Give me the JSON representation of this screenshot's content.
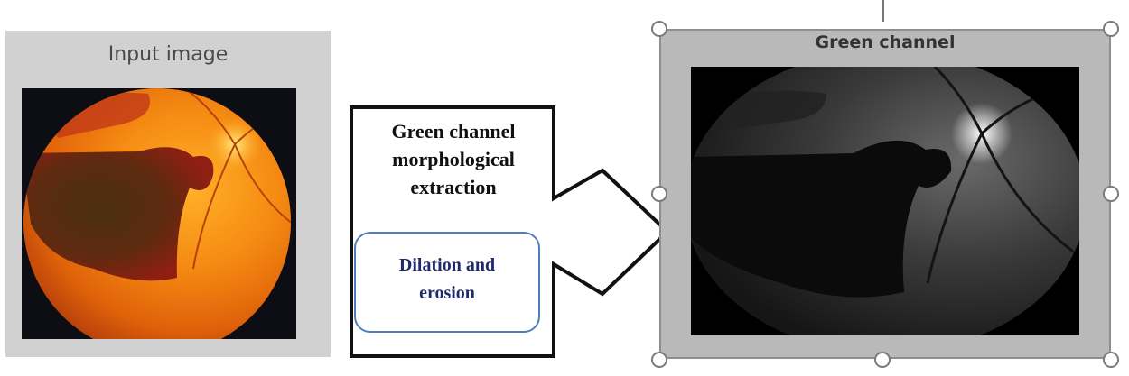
{
  "input_panel": {
    "title": "Input image"
  },
  "process": {
    "main_label_lines": [
      "Green channel",
      "morphological",
      "extraction"
    ],
    "sub_label_lines": [
      "Dilation and",
      "erosion"
    ]
  },
  "output_panel": {
    "title": "Green channel"
  },
  "colors": {
    "inner_box_border": "#4f7fb8",
    "inner_text": "#1f2a6a",
    "panel_gray": "#d1d1d1"
  }
}
